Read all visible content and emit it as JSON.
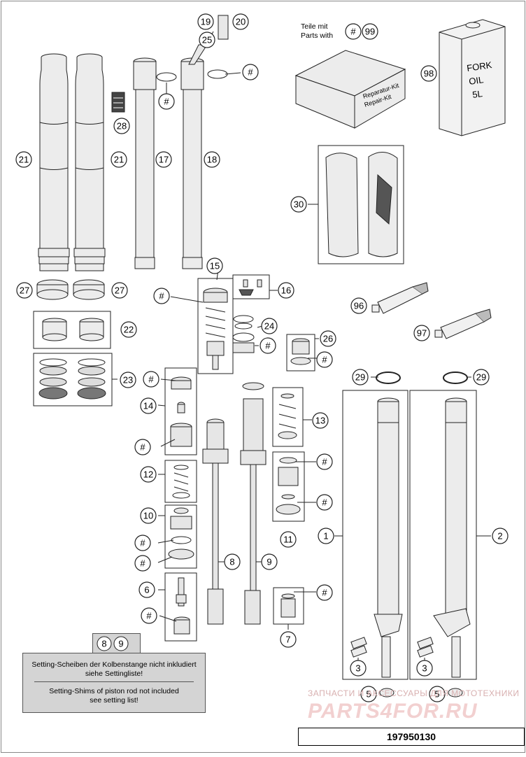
{
  "diagram": {
    "part_number": "197950130",
    "kit_note": {
      "de": "Teile mit",
      "en": "Parts with"
    },
    "kit_box_labels": [
      "Reparatur-Kit",
      "Repair-Kit"
    ],
    "oil_can_text": [
      "FORK",
      "OIL",
      "5L"
    ],
    "setting_note": {
      "refs": [
        "8",
        "9"
      ],
      "de_line1": "Setting-Scheiben der Kolbenstange nicht inkludiert",
      "de_line2": "siehe Settingliste!",
      "en_line1": "Setting-Shims of piston rod not included",
      "en_line2": "see setting list!"
    },
    "watermark": {
      "ru_text": "ЗАПЧАСТИ И АКСЕССУАРЫ ДЛЯ МОТОТЕХНИКИ",
      "logo": "PARTS4FOR.RU"
    },
    "callouts": [
      {
        "id": "c19",
        "label": "19"
      },
      {
        "id": "c20",
        "label": "20"
      },
      {
        "id": "c25",
        "label": "25"
      },
      {
        "id": "c_hash_top",
        "label": "#"
      },
      {
        "id": "c_hash17",
        "label": "#"
      },
      {
        "id": "c_hash99",
        "label": "#"
      },
      {
        "id": "c99",
        "label": "99"
      },
      {
        "id": "c98",
        "label": "98"
      },
      {
        "id": "c28",
        "label": "28"
      },
      {
        "id": "c21a",
        "label": "21"
      },
      {
        "id": "c21b",
        "label": "21"
      },
      {
        "id": "c17",
        "label": "17"
      },
      {
        "id": "c18",
        "label": "18"
      },
      {
        "id": "c30",
        "label": "30"
      },
      {
        "id": "c15",
        "label": "15"
      },
      {
        "id": "c16",
        "label": "16"
      },
      {
        "id": "c27a",
        "label": "27"
      },
      {
        "id": "c27b",
        "label": "27"
      },
      {
        "id": "c_hash15",
        "label": "#"
      },
      {
        "id": "c96",
        "label": "96"
      },
      {
        "id": "c22",
        "label": "22"
      },
      {
        "id": "c24",
        "label": "24"
      },
      {
        "id": "c_hash24",
        "label": "#"
      },
      {
        "id": "c97",
        "label": "97"
      },
      {
        "id": "c26",
        "label": "26"
      },
      {
        "id": "c_hash26",
        "label": "#"
      },
      {
        "id": "c23",
        "label": "23"
      },
      {
        "id": "c_hash14a",
        "label": "#"
      },
      {
        "id": "c29a",
        "label": "29"
      },
      {
        "id": "c29b",
        "label": "29"
      },
      {
        "id": "c14",
        "label": "14"
      },
      {
        "id": "c13",
        "label": "13"
      },
      {
        "id": "c_hash14b",
        "label": "#"
      },
      {
        "id": "c_hash11a",
        "label": "#"
      },
      {
        "id": "c12",
        "label": "12"
      },
      {
        "id": "c_hash11b",
        "label": "#"
      },
      {
        "id": "c10",
        "label": "10"
      },
      {
        "id": "c11",
        "label": "11"
      },
      {
        "id": "c1",
        "label": "1"
      },
      {
        "id": "c2",
        "label": "2"
      },
      {
        "id": "c_hash10a",
        "label": "#"
      },
      {
        "id": "c8",
        "label": "8"
      },
      {
        "id": "c9",
        "label": "9"
      },
      {
        "id": "c_hash10b",
        "label": "#"
      },
      {
        "id": "c6",
        "label": "6"
      },
      {
        "id": "c_hash7",
        "label": "#"
      },
      {
        "id": "c_hash6",
        "label": "#"
      },
      {
        "id": "c7",
        "label": "7"
      },
      {
        "id": "c3a",
        "label": "3"
      },
      {
        "id": "c3b",
        "label": "3"
      },
      {
        "id": "c5a",
        "label": "5"
      },
      {
        "id": "c5b",
        "label": "5"
      }
    ]
  }
}
